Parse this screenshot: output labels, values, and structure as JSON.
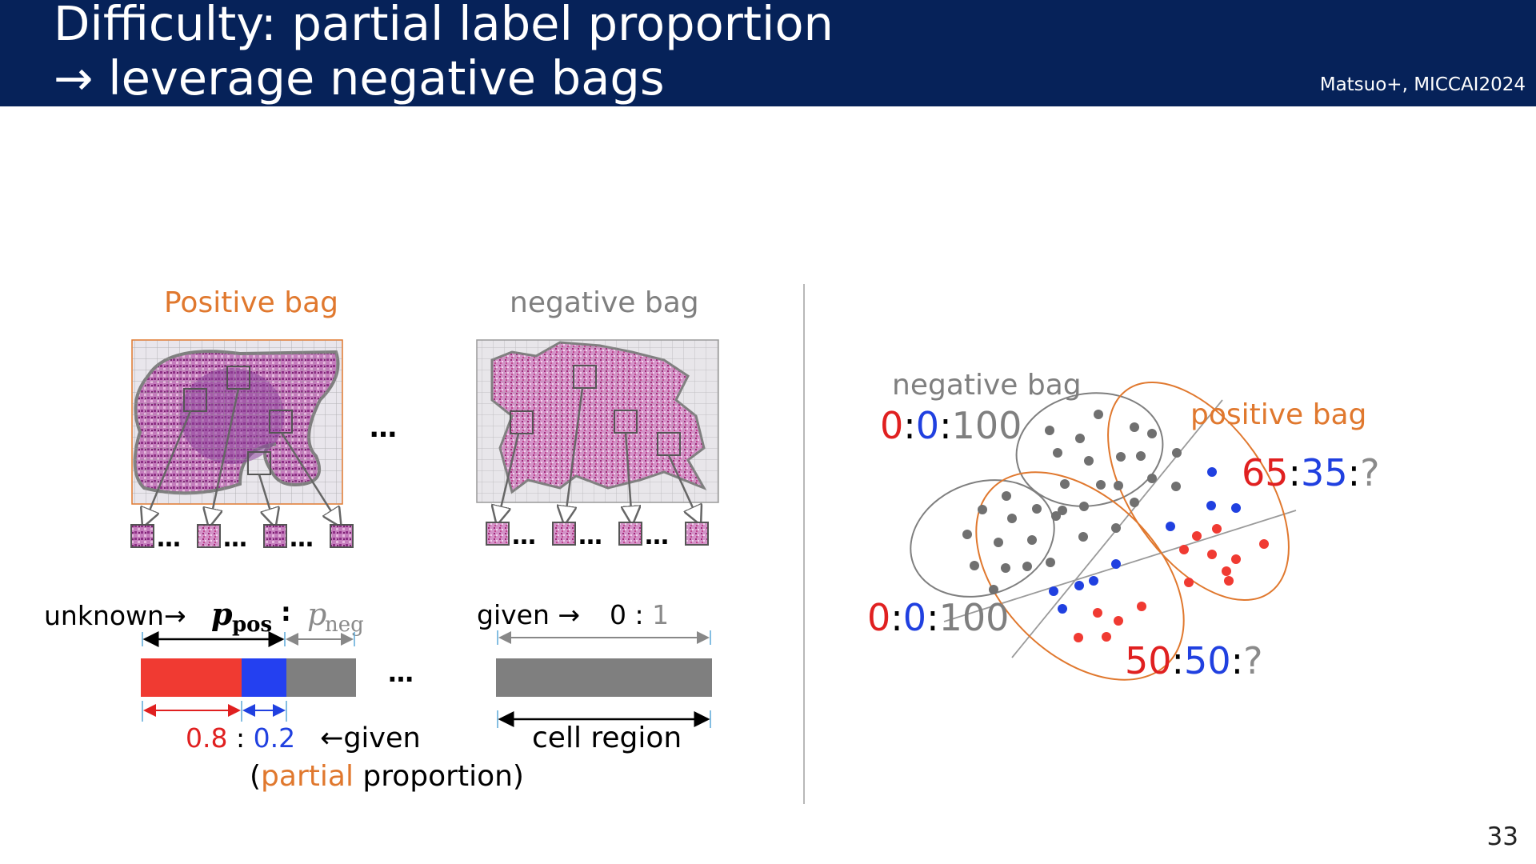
{
  "slide": {
    "title_line1": "Difficulty: partial label proportion",
    "title_line2": "→ leverage negative bags",
    "citation": "Matsuo+, MICCAI2024",
    "page_number": "33"
  },
  "left_panel": {
    "positive_bag_label": "Positive  bag",
    "negative_bag_label": "negative bag",
    "ellipsis": "…",
    "unknown_prefix": "unknown→",
    "p_pos_symbol": "p",
    "p_pos_subscript": "pos",
    "ratio_colon": ":",
    "p_neg_symbol": "p",
    "p_neg_subscript": "neg",
    "given_prefix": "given →",
    "given_zero": "0",
    "given_colon": " : ",
    "given_one": "1",
    "red_value": "0.8",
    "value_colon": " : ",
    "blue_value": "0.2",
    "given_suffix": "←given",
    "partial_open": "(",
    "partial_word": "partial",
    "partial_rest": " proportion)",
    "cell_region_label": "cell region"
  },
  "right_panel": {
    "negative_bag_label": "negative bag",
    "positive_bag_label": "positive bag",
    "ratios": [
      {
        "a": "0",
        "b": "0",
        "c": "100"
      },
      {
        "a": "65",
        "b": "35",
        "c": "?"
      },
      {
        "a": "0",
        "b": "0",
        "c": "100"
      },
      {
        "a": "50",
        "b": "50",
        "c": "?"
      }
    ],
    "colon": ":"
  },
  "colors": {
    "header_bg": "#062259",
    "orange": "#e0782e",
    "gray": "#7f7f7f",
    "red": "#e02020",
    "blue": "#2040e0",
    "tissue": "#a8479a"
  }
}
